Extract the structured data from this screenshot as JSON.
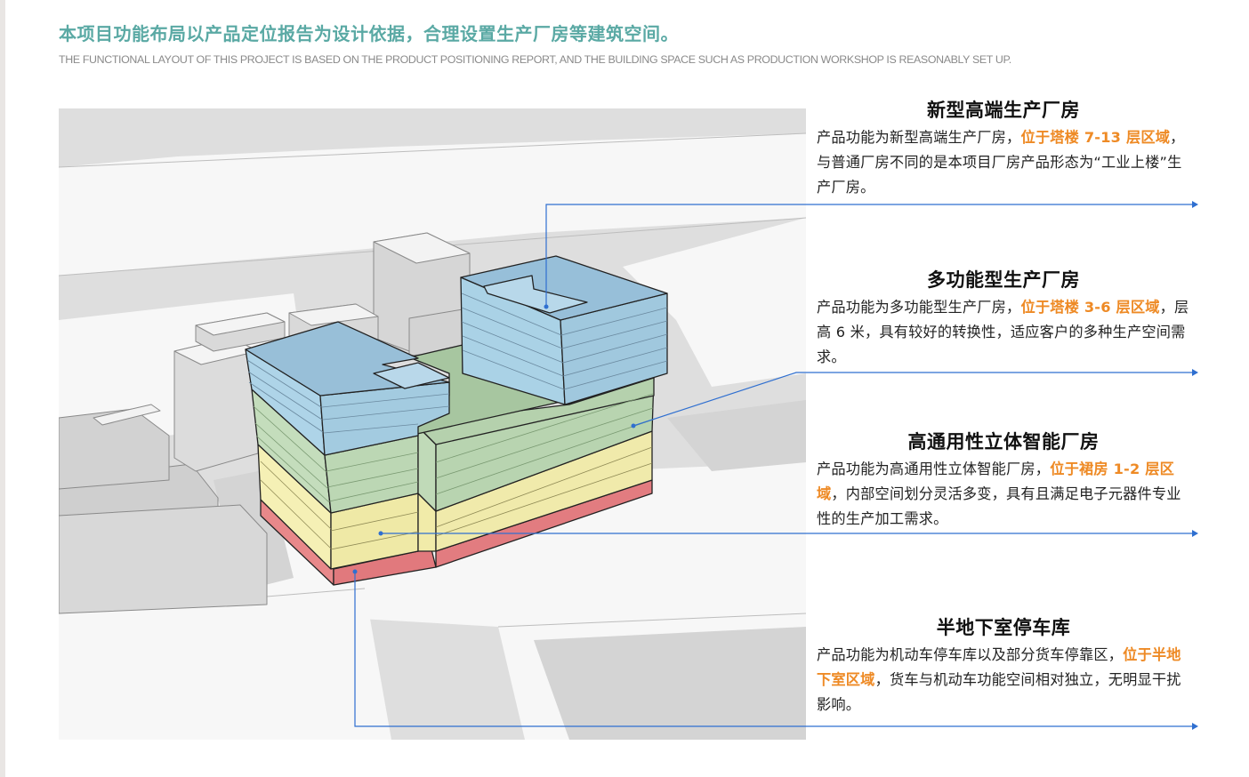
{
  "header": {
    "title_cn": "本项目功能布局以产品定位报告为设计依据，合理设置生产厂房等建筑空间。",
    "title_en": "THE FUNCTIONAL LAYOUT OF THIS PROJECT IS BASED ON THE PRODUCT POSITIONING REPORT, AND THE BUILDING SPACE SUCH AS PRODUCTION WORKSHOP IS REASONABLY SET UP."
  },
  "sections": [
    {
      "title": "新型高端生产厂房",
      "text_before": "产品功能为新型高端生产厂房，",
      "highlight": "位于塔楼 7-13 层区域",
      "text_after": "，与普通厂房不同的是本项目厂房产品形态为“工业上楼”生产厂房。"
    },
    {
      "title": "多功能型生产厂房",
      "text_before": "产品功能为多功能型生产厂房，",
      "highlight": "位于塔楼 3-6 层区域",
      "text_after": "，层高 6 米，具有较好的转换性，适应客户的多种生产空间需求。"
    },
    {
      "title": "高通用性立体智能厂房",
      "text_before": "产品功能为高通用性立体智能厂房，",
      "highlight": "位于裙房 1-2 层区域",
      "text_after": "，内部空间划分灵活多变，具有且满足电子元器件专业性的生产加工需求。"
    },
    {
      "title": "半地下室停车库",
      "text_before": "产品功能为机动车停车库以及部分货车停靠区，",
      "highlight": "位于半地下室区域",
      "text_after": "，货车与机动车功能空间相对独立，无明显干扰影响。"
    }
  ],
  "colors": {
    "title": "#5aa9a4",
    "highlight": "#ee8a25",
    "leader": "#2f6fd0",
    "tower_blue": "#a9cfe2",
    "multi_green": "#bcd7b4",
    "podium_yellow": "#f3eeb0",
    "basement_red": "#e8888a",
    "context_gray": "#d0d0d0"
  }
}
